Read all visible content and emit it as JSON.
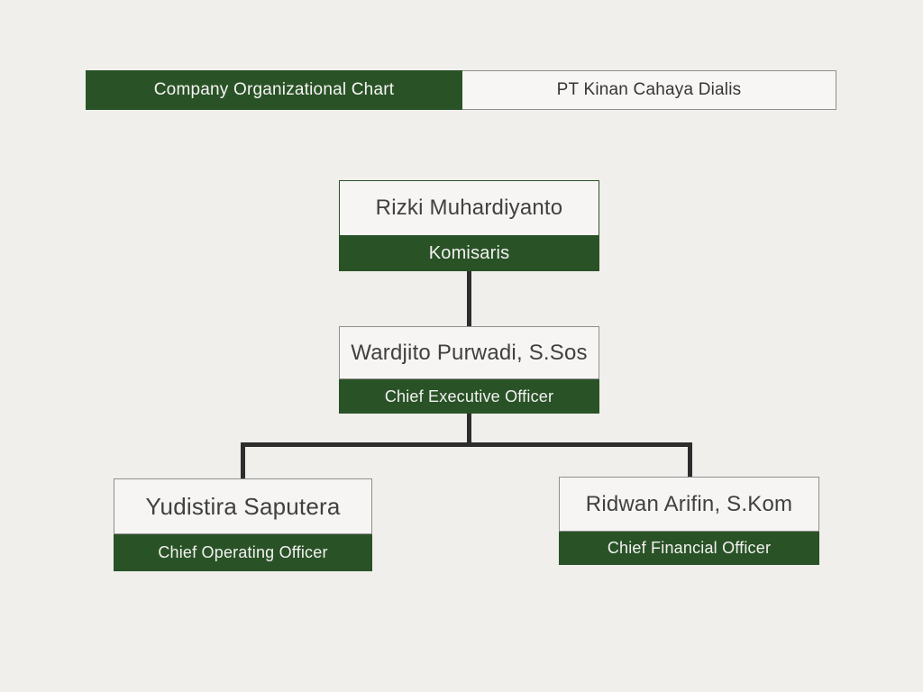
{
  "page": {
    "background_color": "#f0efec",
    "accent_green": "#2a5227",
    "connector_color": "#2d2d2d",
    "node_fill": "#f6f5f3",
    "node_border_gray": "#8f8f8f"
  },
  "header": {
    "left_label": "Company Organizational Chart",
    "right_label": "PT Kinan Cahaya Dialis"
  },
  "org_chart": {
    "type": "hierarchy",
    "nodes": [
      {
        "name": "Rizki Muhardiyanto",
        "title": "Komisaris",
        "level": 1,
        "reports_to": null
      },
      {
        "name": "Wardjito Purwadi, S.Sos",
        "title": "Chief Executive Officer",
        "level": 2,
        "reports_to": "Komisaris"
      },
      {
        "name": "Yudistira Saputera",
        "title": "Chief Operating Officer",
        "level": 3,
        "reports_to": "Chief Executive Officer"
      },
      {
        "name": "Ridwan Arifin, S.Kom",
        "title": "Chief Financial Officer",
        "level": 3,
        "reports_to": "Chief Executive Officer"
      }
    ]
  }
}
